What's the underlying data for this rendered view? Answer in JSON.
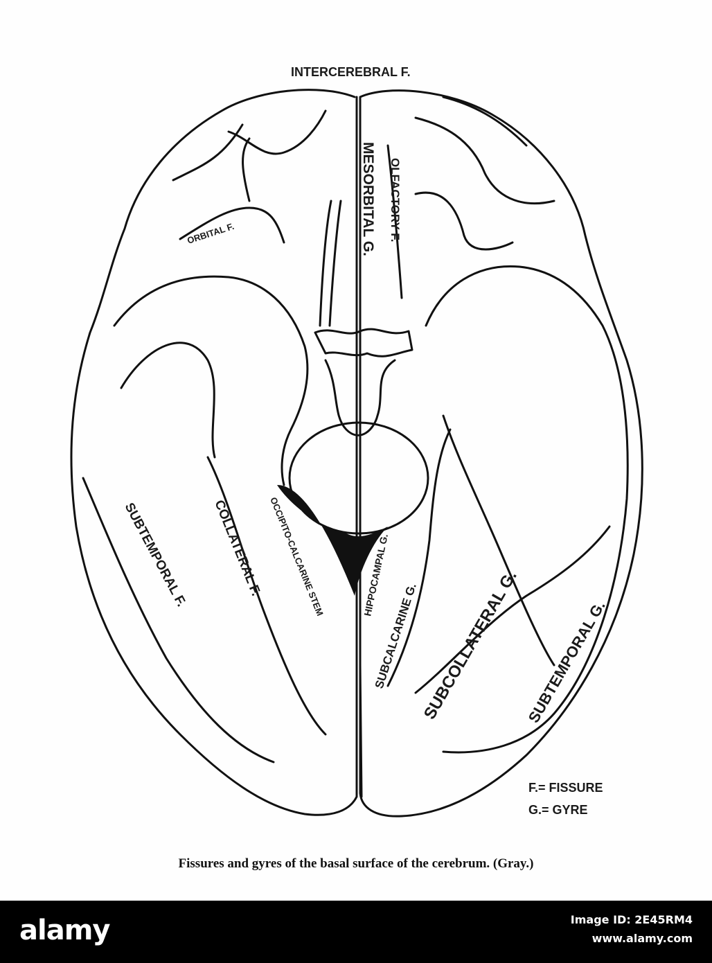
{
  "figure": {
    "top_label": "INTERCEREBRAL F.",
    "labels": {
      "orbital": "ORBITAL F.",
      "mesorbital": "MESORBITAL G.",
      "olfactory": "OLFACTORY F.",
      "subtemporal_f": "SUBTEMPORAL F.",
      "collateral_f": "COLLATERAL F.",
      "occipito": "OCCIPITO-CALCARINE STEM",
      "hippocampal": "HIPPOCAMPAL G.",
      "subcalcarine": "SUBCALCARINE G.",
      "subcollateral": "SUBCOLLATERAL G.",
      "subtemporal_g": "SUBTEMPORAL G."
    },
    "legend": [
      "F.= FISSURE",
      "G.= GYRE"
    ],
    "caption": "Fissures and gyres of the basal surface of the cerebrum.   (Gray.)"
  },
  "watermark": {
    "brand": "alamy",
    "code": "Image ID: 2E45RM4",
    "site": "www.alamy.com"
  }
}
